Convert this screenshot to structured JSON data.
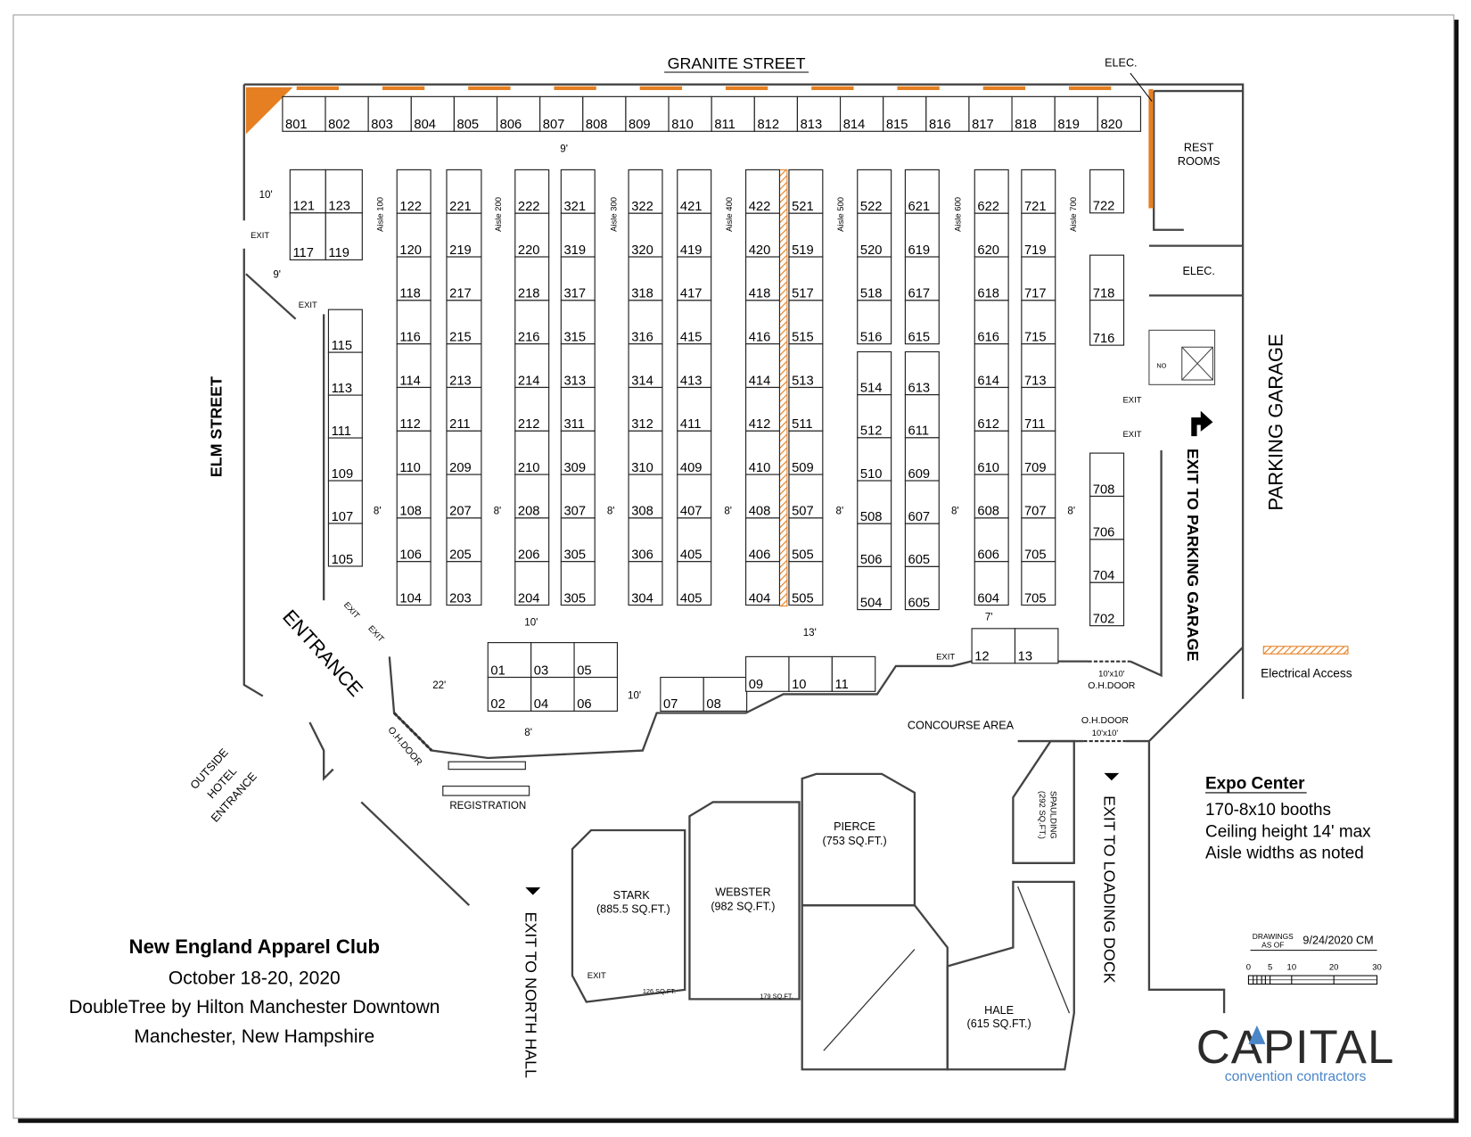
{
  "streets": {
    "north": "GRANITE STREET",
    "west": "ELM STREET",
    "east": "PARKING GARAGE"
  },
  "labels": {
    "elec_top": "ELEC.",
    "rest_rooms_1": "REST",
    "rest_rooms_2": "ROOMS",
    "elec_room": "ELEC.",
    "exit": "EXIT",
    "exit_parking": "EXIT TO PARKING GARAGE",
    "exit_north_hall": "EXIT TO NORTH HALL",
    "exit_loading_dock": "EXIT TO LOADING DOCK",
    "concourse": "CONCOURSE AREA",
    "oh_door": "O.H.DOOR",
    "oh_size": "10'x10'",
    "registration": "REGISTRATION",
    "entrance": "ENTRANCE",
    "outside_1": "OUTSIDE",
    "outside_2": "HOTEL",
    "outside_3": "ENTRANCE",
    "electrical_access": "Electrical Access",
    "no": "NO"
  },
  "dimensions": {
    "d9": "9'",
    "d10": "10'",
    "d8": "8'",
    "d22": "22'",
    "d13": "13'",
    "d7": "7'"
  },
  "aisles": [
    "Aisle 100",
    "Aisle 200",
    "Aisle 300",
    "Aisle 400",
    "Aisle 500",
    "Aisle 600",
    "Aisle 700"
  ],
  "booths": {
    "top_row": [
      "801",
      "802",
      "803",
      "804",
      "805",
      "806",
      "807",
      "808",
      "809",
      "810",
      "811",
      "812",
      "813",
      "814",
      "815",
      "816",
      "817",
      "818",
      "819",
      "820"
    ],
    "block_corner": [
      "121",
      "123",
      "117",
      "119"
    ],
    "col_115": [
      "115",
      "113",
      "111",
      "109",
      "107",
      "105"
    ],
    "col_a": [
      "122",
      "120",
      "118",
      "116",
      "114",
      "112",
      "110",
      "108",
      "106",
      "104"
    ],
    "col_b": [
      "221",
      "219",
      "217",
      "215",
      "213",
      "211",
      "209",
      "207",
      "205",
      "203"
    ],
    "col_c": [
      "222",
      "220",
      "218",
      "216",
      "214",
      "212",
      "210",
      "208",
      "206",
      "204"
    ],
    "col_d": [
      "321",
      "319",
      "317",
      "315",
      "313",
      "311",
      "309",
      "307",
      "305",
      "305"
    ],
    "col_e": [
      "322",
      "320",
      "318",
      "316",
      "314",
      "312",
      "310",
      "308",
      "306",
      "304"
    ],
    "col_f": [
      "421",
      "419",
      "417",
      "415",
      "413",
      "411",
      "409",
      "407",
      "405",
      "405"
    ],
    "col_g": [
      "422",
      "420",
      "418",
      "416",
      "414",
      "412",
      "410",
      "408",
      "406",
      "404"
    ],
    "col_h": [
      "521",
      "519",
      "517",
      "515",
      "513",
      "511",
      "509",
      "507",
      "505",
      "505"
    ],
    "col_i_top": [
      "522",
      "520",
      "518",
      "516"
    ],
    "col_i_bot": [
      "514",
      "512",
      "510",
      "508",
      "506",
      "504"
    ],
    "col_j_top": [
      "621",
      "619",
      "617",
      "615"
    ],
    "col_j_bot": [
      "613",
      "611",
      "609",
      "607",
      "605",
      "605"
    ],
    "col_k": [
      "622",
      "620",
      "618",
      "616",
      "614",
      "612",
      "610",
      "608",
      "606",
      "604"
    ],
    "col_l": [
      "721",
      "719",
      "717",
      "715",
      "713",
      "711",
      "709",
      "707",
      "705",
      "705"
    ],
    "col_m_a": [
      "722"
    ],
    "col_m_b": [
      "718",
      "716"
    ],
    "col_m_c": [
      "708",
      "706",
      "704",
      "702"
    ],
    "bottom_a_top": [
      "01",
      "03",
      "05"
    ],
    "bottom_a_bot": [
      "02",
      "04",
      "06"
    ],
    "bottom_b": [
      "07",
      "08"
    ],
    "bottom_c": [
      "09",
      "10",
      "11"
    ],
    "bottom_d": [
      "12",
      "13"
    ]
  },
  "rooms": {
    "stark": {
      "name": "STARK",
      "area": "(885.5 SQ.FT.)"
    },
    "webster": {
      "name": "WEBSTER",
      "area": "(982 SQ.FT.)"
    },
    "pierce": {
      "name": "PIERCE",
      "area": "(753 SQ.FT.)"
    },
    "spaulding": {
      "name": "SPAULDING",
      "area": "(292 SQ.FT.)"
    },
    "hale": {
      "name": "HALE",
      "area": "(615 SQ.FT.)"
    },
    "small_1": "126 SQ.FT.",
    "small_2": "179 SQ.FT."
  },
  "event": {
    "title": "New England Apparel Club",
    "dates": "October 18-20, 2020",
    "venue": "DoubleTree by Hilton Manchester Downtown",
    "city": "Manchester, New Hampshire"
  },
  "expo": {
    "title": "Expo Center",
    "line1": "170-8x10 booths",
    "line2": "Ceiling height 14' max",
    "line3": "Aisle widths as noted"
  },
  "drawing": {
    "label_1": "DRAWINGS",
    "label_2": "AS OF",
    "date": "9/24/2020 CM",
    "scale_ticks": [
      "0",
      "5",
      "10",
      "20",
      "30"
    ]
  },
  "logo": {
    "name": "CAPITAL",
    "tagline": "convention contractors"
  },
  "colors": {
    "electrical": "#e57f22",
    "logo_blue": "#4a86c8",
    "logo_dark": "#2b2b2b"
  }
}
